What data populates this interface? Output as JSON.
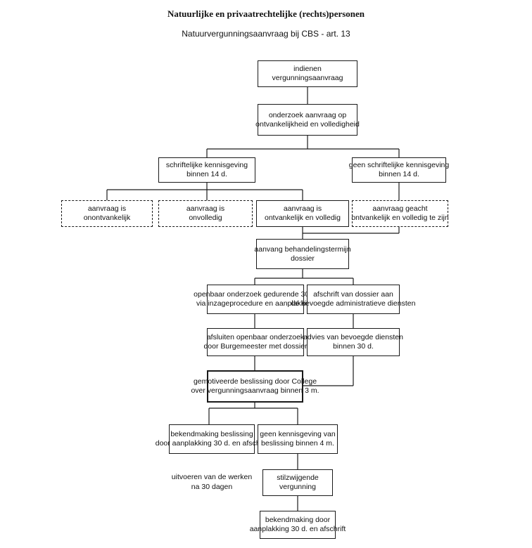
{
  "header": {
    "title": "Natuurlijke en privaatrechtelijke (rechts)personen",
    "subtitle": "Natuurvergunningsaanvraag bij CBS - art. 13"
  },
  "nodes": {
    "indienen": [
      "indienen",
      "vergunningsaanvraag"
    ],
    "onderzoek": [
      "onderzoek aanvraag op",
      "ontvankelijkheid en volledigheid"
    ],
    "schriftelijk": [
      "schriftelijke kennisgeving",
      "binnen 14 d."
    ],
    "geen_schriftelijk": [
      "geen schriftelijke kennisgeving",
      "binnen 14 d."
    ],
    "onontvankelijk": [
      "aanvraag is",
      "onontvankelijk"
    ],
    "onvolledig": [
      "aanvraag is",
      "onvolledig"
    ],
    "ontvankelijk": [
      "aanvraag is",
      "ontvankelijk en volledig"
    ],
    "geacht": [
      "aanvraag geacht",
      "ontvankelijk en volledig te zijn"
    ],
    "behandeling": [
      "aanvang behandelingstermijn",
      "dossier"
    ],
    "openbaar": [
      "openbaar onderzoek gedurende 30 d.",
      "via inzageprocedure en aanplakking"
    ],
    "afschrift_dossier": [
      "afschrift van dossier aan",
      "de bevoegde administratieve diensten"
    ],
    "afsluiten": [
      "afsluiten openbaar onderzoek",
      "door Burgemeester met dossier"
    ],
    "advies": [
      "advies van bevoegde diensten",
      "binnen 30 d."
    ],
    "beslissing": [
      "gemotiveerde beslissing door College",
      "over vergunningsaanvraag binnen 3 m."
    ],
    "bekendmaking1": [
      "bekendmaking beslissing",
      "door aanplakking 30 d. en afschrift"
    ],
    "geen_kennisgeving": [
      "geen kennisgeving van",
      "beslissing binnen 4 m."
    ],
    "stilzwijgend": [
      "stilzwijgende",
      "vergunning"
    ],
    "bekendmaking2": [
      "bekendmaking door",
      "aanplakking 30 d. en afschrift"
    ]
  },
  "notes": {
    "uitvoeren": [
      "uitvoeren van de werken",
      "na 30 dagen"
    ]
  }
}
